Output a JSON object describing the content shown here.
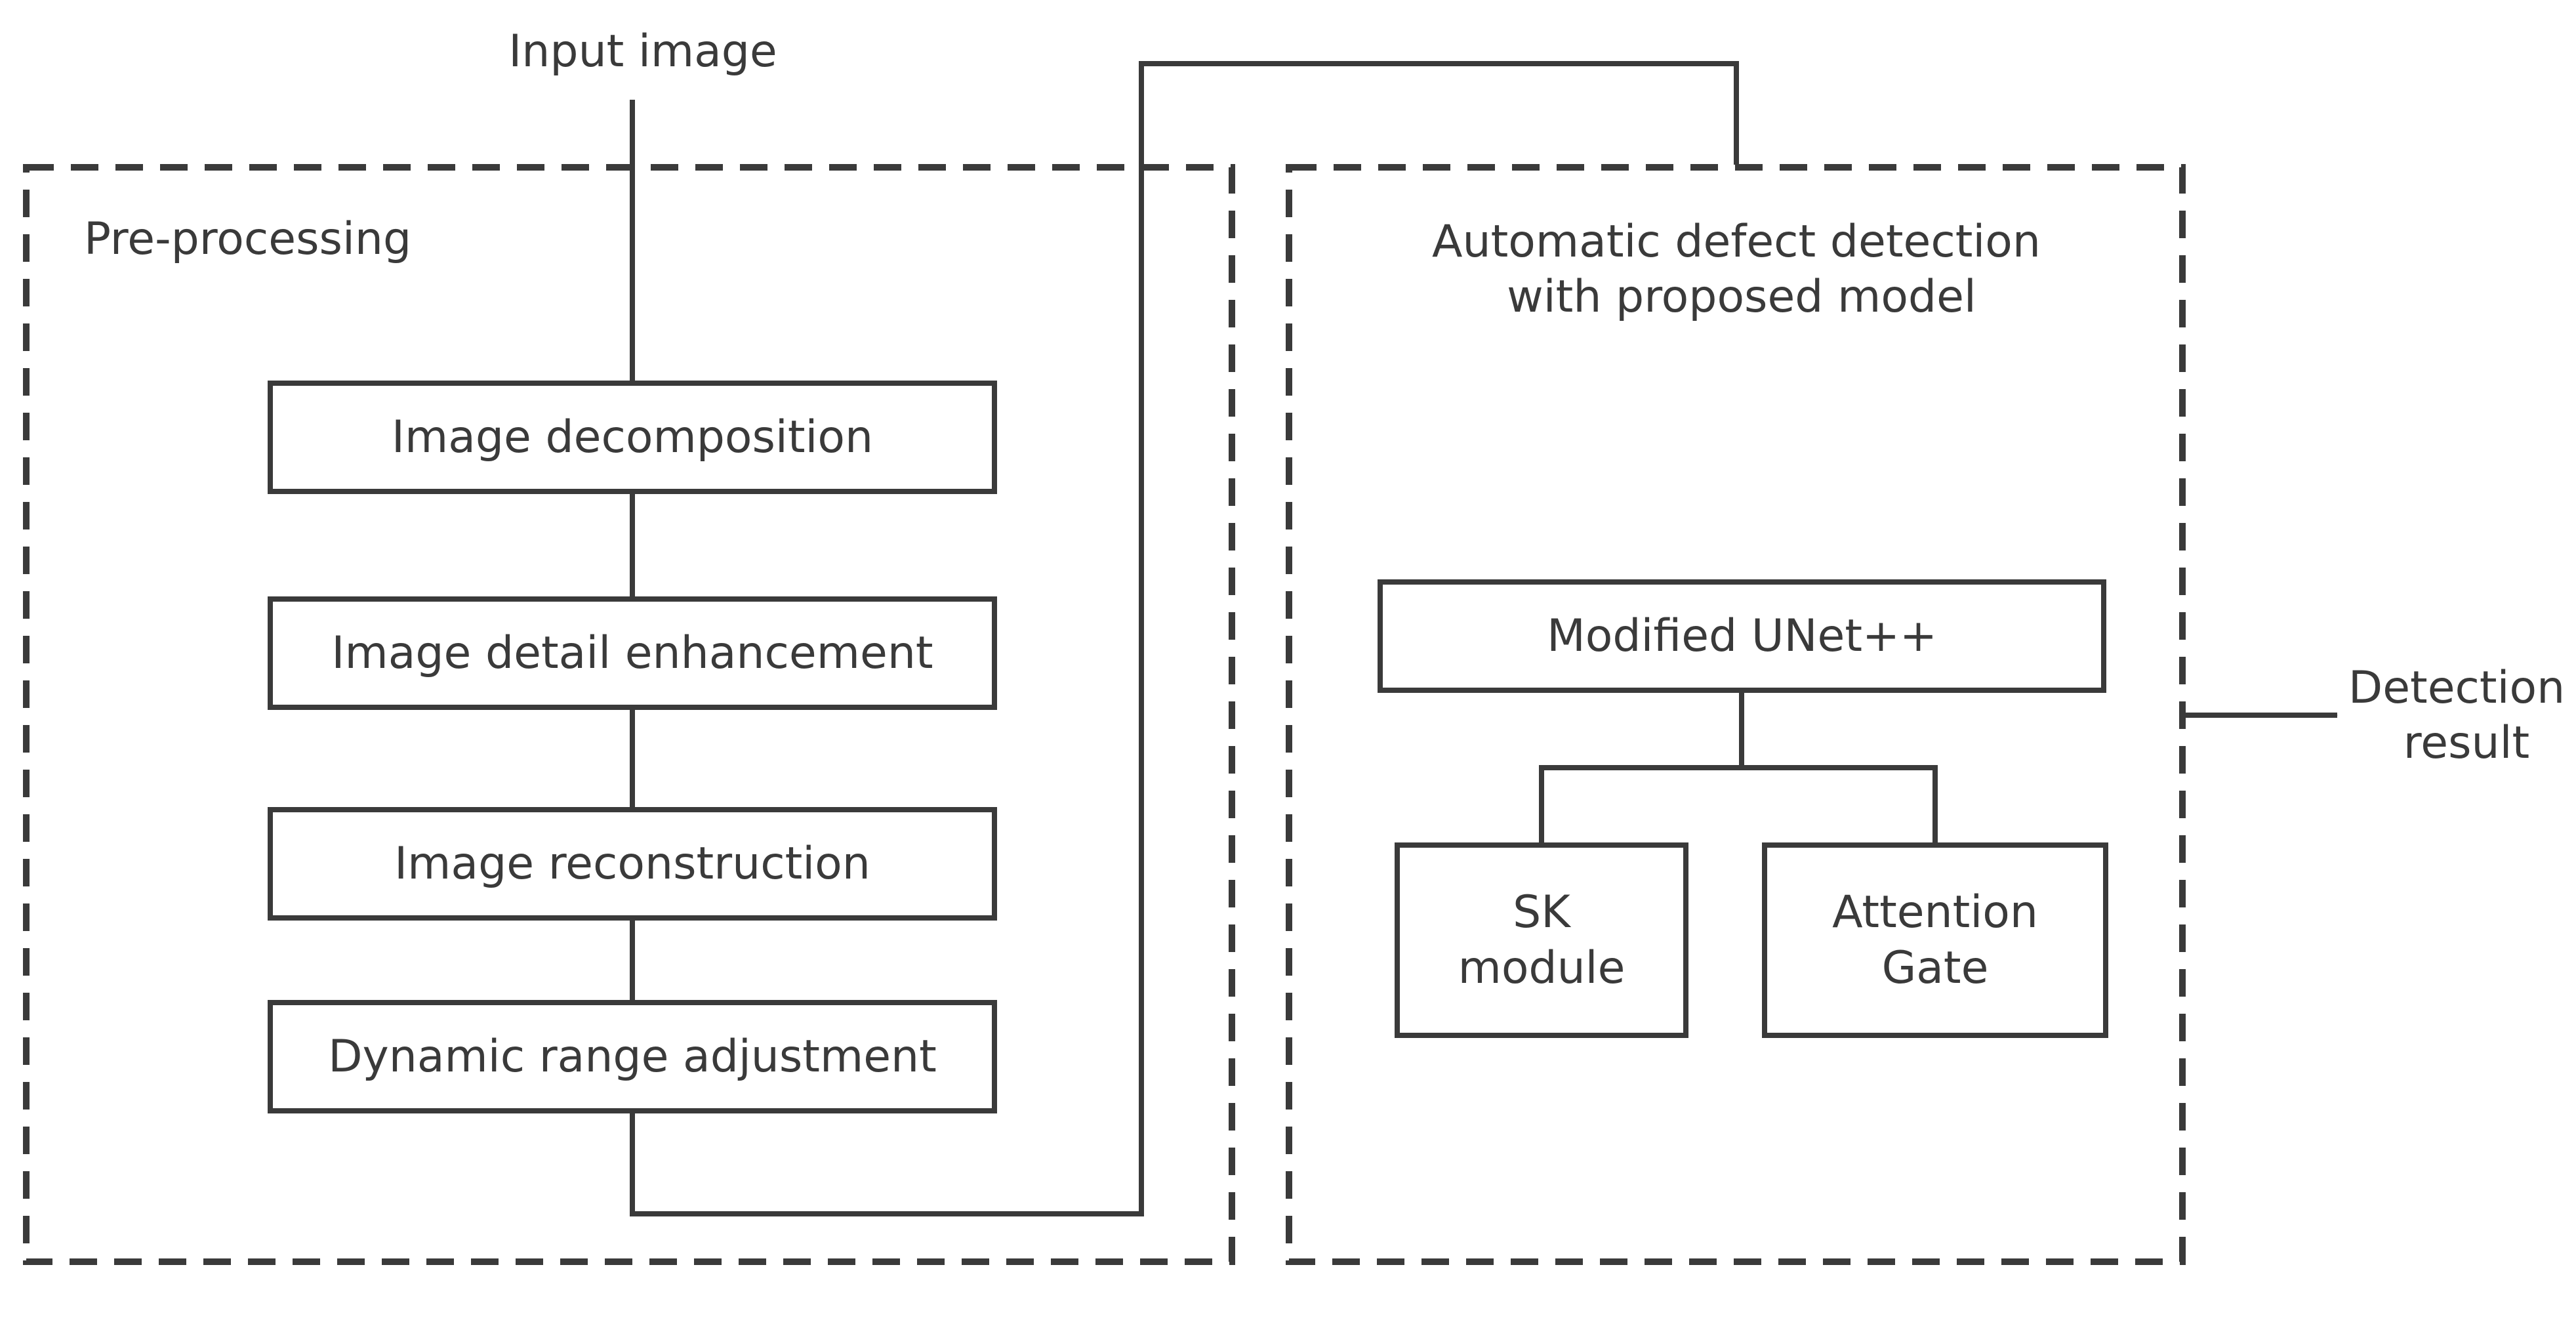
{
  "input": {
    "label": "Input image"
  },
  "preprocessing": {
    "title": "Pre-processing",
    "steps": [
      "Image decomposition",
      "Image detail enhancement",
      "Image reconstruction",
      "Dynamic range adjustment"
    ]
  },
  "detection": {
    "title_line1": "Automatic defect detection",
    "title_line2": "with proposed model",
    "model": "Modified UNet++",
    "sk_line1": "SK",
    "sk_line2": "module",
    "ag_line1": "Attention",
    "ag_line2": "Gate"
  },
  "output": {
    "line1": "Detection",
    "line2": "result"
  },
  "colors": {
    "stroke": "#3a3a3a",
    "background": "#ffffff"
  }
}
